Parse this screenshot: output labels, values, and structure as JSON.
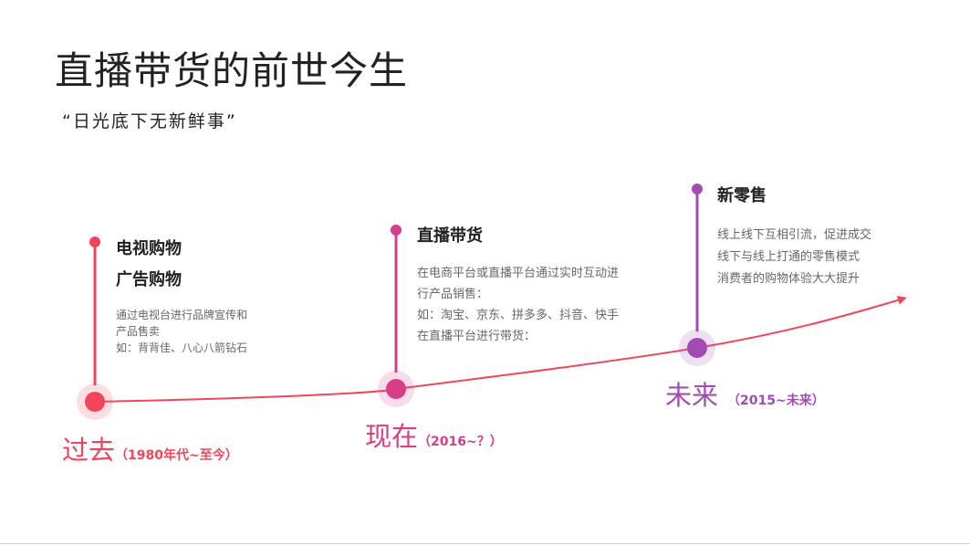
{
  "title": "直播带货的前世今生",
  "subtitle": "“日光底下无新鲜事”",
  "colors": {
    "past": "#f0455a",
    "present": "#d63f86",
    "future": "#a24cb3",
    "arrow": "#f0455a",
    "heading_text": "#222222",
    "body_text": "#666666"
  },
  "milestones": [
    {
      "headings": [
        "电视购物",
        "广告购物"
      ],
      "body": [
        "通过电视台进行品牌宣传和",
        "产品售卖",
        "如：背背佳、八心八箭钻石"
      ],
      "era": "过去",
      "years": "（1980年代~至今）"
    },
    {
      "headings": [
        "直播带货"
      ],
      "body": [
        "在电商平台或直播平台通过实时互动进",
        "行产品销售：",
        "如：淘宝、京东、拼多多、抖音、快手",
        "在直播平台进行带货："
      ],
      "era": "现在",
      "years": "（2016~？）"
    },
    {
      "headings": [
        "新零售"
      ],
      "body": [
        "线上线下互相引流，促进成交",
        "线下与线上打通的零售模式",
        "消费者的购物体验大大提升"
      ],
      "era": "未来",
      "years": "（2015~未来）"
    }
  ]
}
